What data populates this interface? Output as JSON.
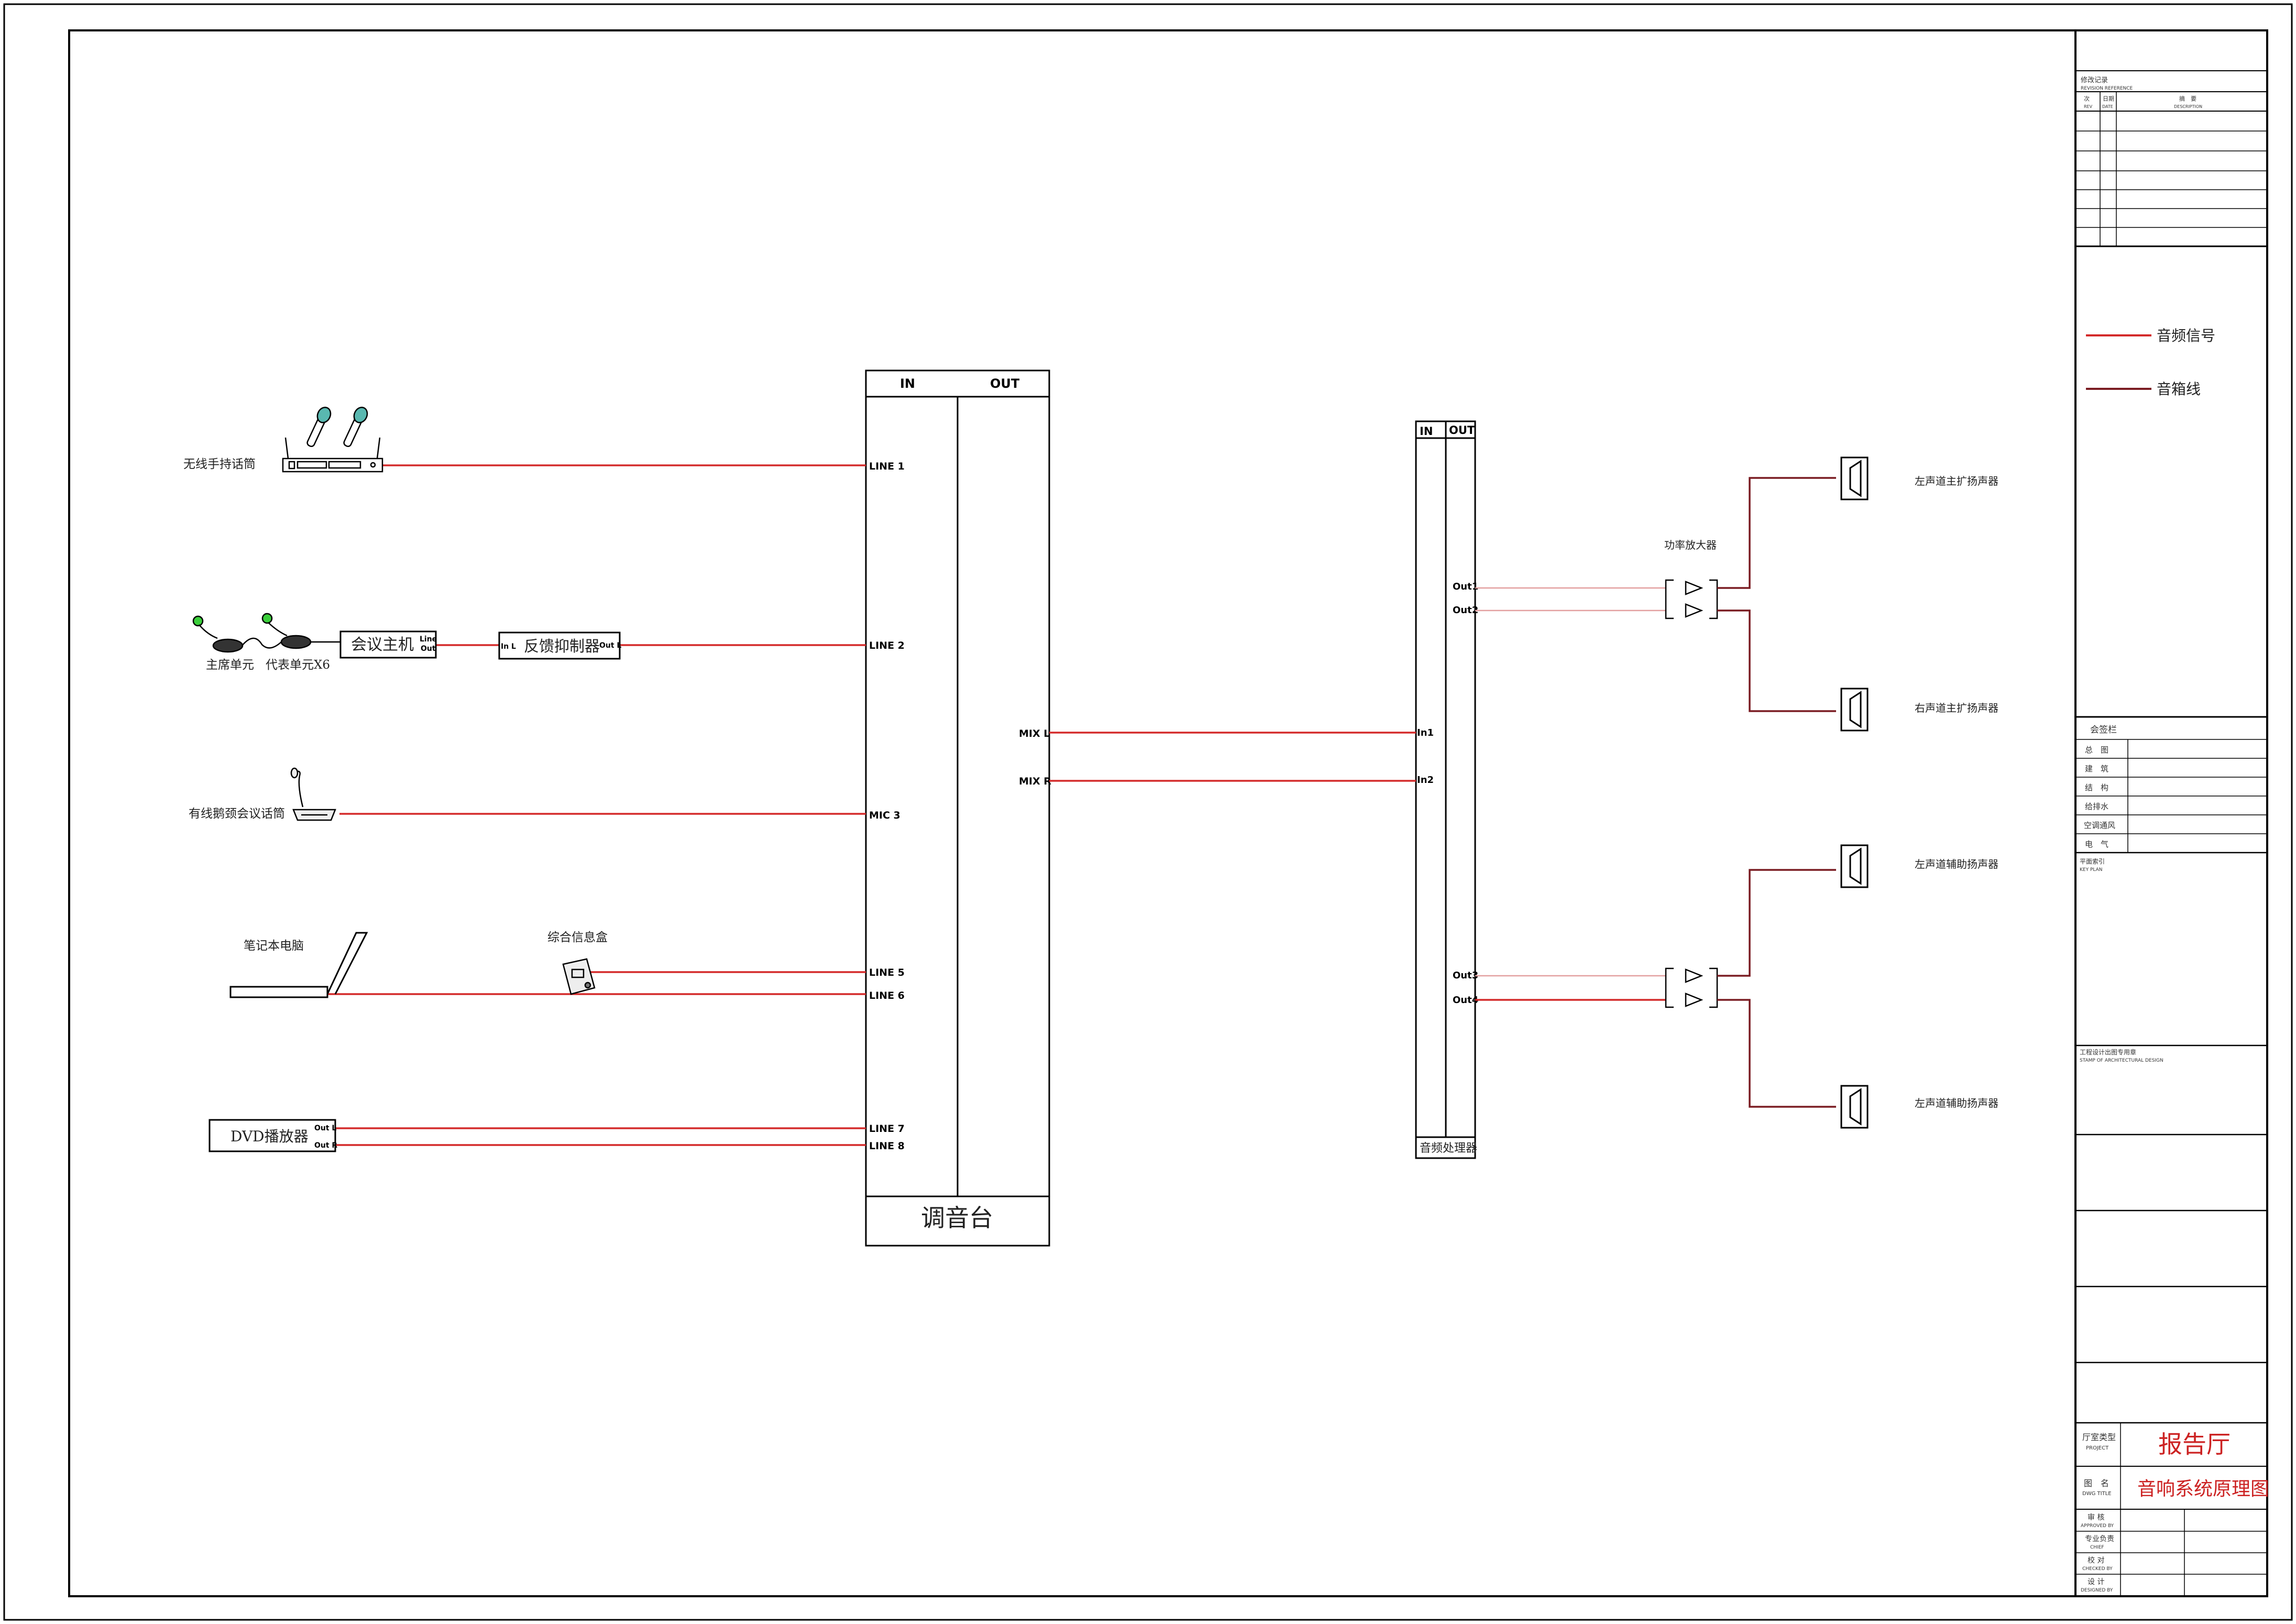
{
  "legend": {
    "audio_signal": "音频信号",
    "speaker_line": "音箱线"
  },
  "colors": {
    "audio_signal": "#d42a2a",
    "speaker_line": "#7a1c22",
    "light_signal": "#e3a0a0",
    "title_red": "#cc2222"
  },
  "sources": {
    "wireless_mic": "无线手持话筒",
    "chairman_unit": "主席单元",
    "delegate_unit": "代表单元X6",
    "conference_host": "会议主机",
    "host_line": "Line",
    "host_out": "Out",
    "feedback_suppressor": "反馈抑制器",
    "fs_in": "In L",
    "fs_out": "Out L",
    "gooseneck_mic": "有线鹅颈会议话筒",
    "laptop": "笔记本电脑",
    "info_box": "综合信息盒",
    "dvd": "DVD播放器",
    "dvd_out_l": "Out L",
    "dvd_out_r": "Out R"
  },
  "mixer": {
    "in_header": "IN",
    "out_header": "OUT",
    "name": "调音台",
    "inputs": [
      "LINE 1",
      "LINE 2",
      "MIC 3",
      "LINE 5",
      "LINE 6",
      "LINE 7",
      "LINE 8"
    ],
    "outputs": [
      "MIX L",
      "MIX R"
    ]
  },
  "processor": {
    "in_header": "IN",
    "out_header": "OUT",
    "name": "音频处理器",
    "inputs": [
      "In1",
      "In2"
    ],
    "outputs": [
      "Out1",
      "Out2",
      "Out3",
      "Out4"
    ]
  },
  "amplifier": {
    "name": "功率放大器"
  },
  "speakers": [
    "左声道主扩扬声器",
    "右声道主扩扬声器",
    "左声道辅助扬声器",
    "左声道辅助扬声器"
  ],
  "titleblock": {
    "revision_title": "修改记录",
    "revision_title_en": "REVISION REFERENCE",
    "rev_col_1": "次",
    "rev_col_1_en": "REV",
    "rev_col_2": "日期",
    "rev_col_2_en": "DATE",
    "rev_col_3": "摘　要",
    "rev_col_3_en": "DESCRIPTION",
    "sign_title": "会签栏",
    "disciplines": [
      "总　图",
      "建　筑",
      "结　构",
      "给排水",
      "空调通风",
      "电　气"
    ],
    "key_plan": "平面索引",
    "key_plan_en": "KEY PLAN",
    "stamp": "工程设计出图专用章",
    "stamp_en": "STAMP OF ARCHITECTURAL DESIGN",
    "project_label": "厅室类型",
    "project_label_en": "PROJECT",
    "project": "报告厅",
    "drawing_label": "图　名",
    "drawing_label_en": "DWG TITLE",
    "drawing_title": "音响系统原理图",
    "roles": [
      {
        "cn": "审 核",
        "en": "APPROVED BY"
      },
      {
        "cn": "专业负责",
        "en": "CHIEF"
      },
      {
        "cn": "校 对",
        "en": "CHECKED BY"
      },
      {
        "cn": "设 计",
        "en": "DESIGNED BY"
      }
    ]
  }
}
